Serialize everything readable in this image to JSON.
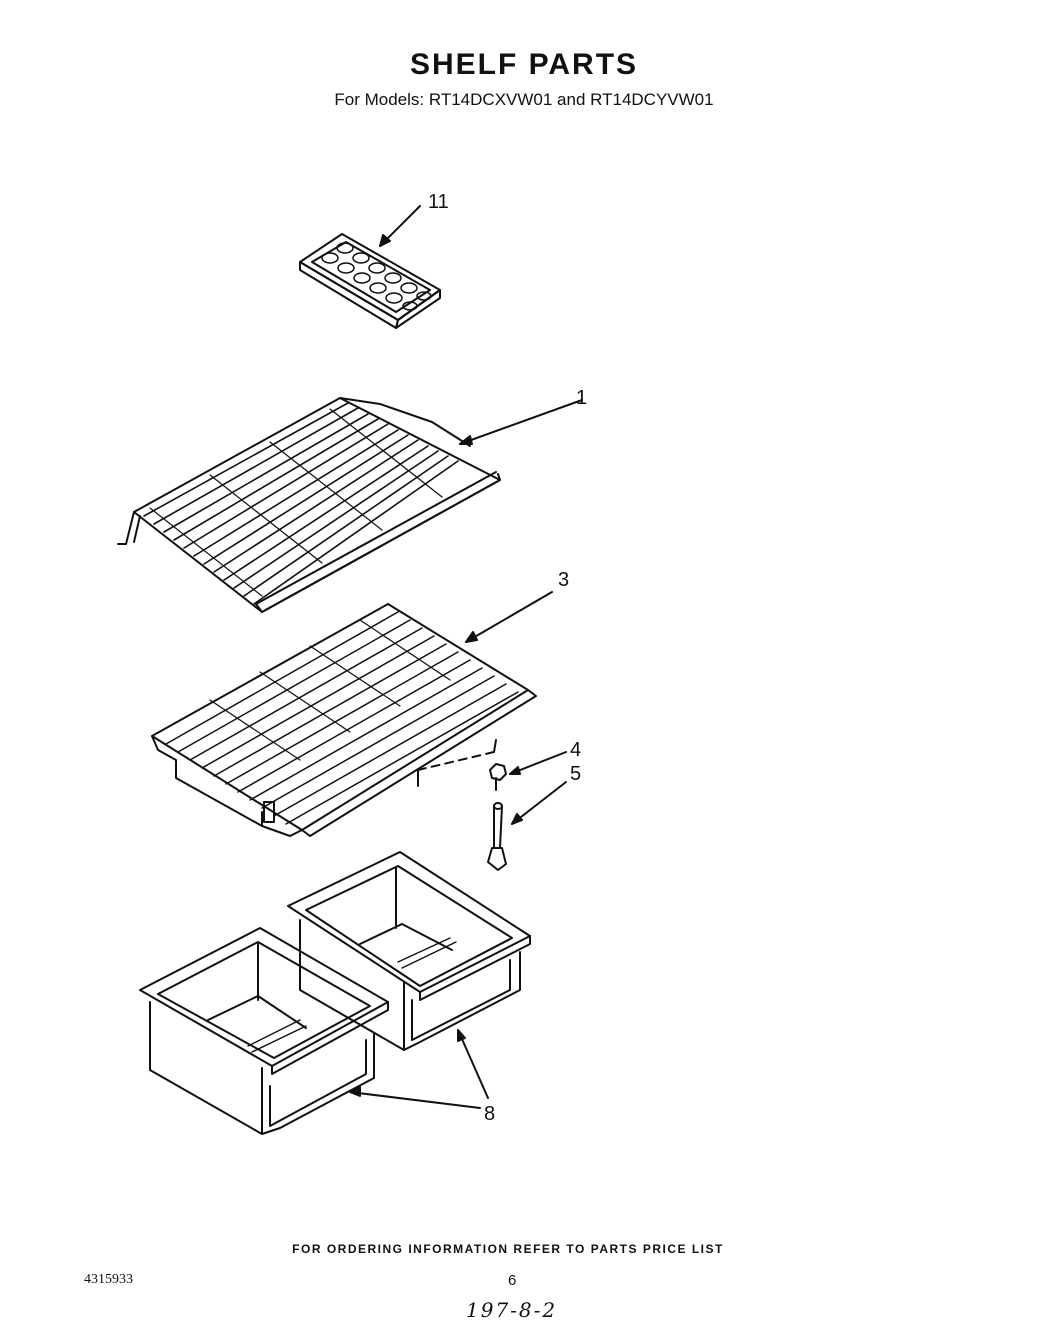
{
  "header": {
    "title": "SHELF PARTS",
    "subtitle": "For Models: RT14DCXVW01 and RT14DCYVW01"
  },
  "callouts": [
    {
      "id": "ice-tray",
      "number": "11"
    },
    {
      "id": "wire-shelf",
      "number": "1"
    },
    {
      "id": "crisper-cover",
      "number": "3"
    },
    {
      "id": "part-4",
      "number": "4"
    },
    {
      "id": "part-5",
      "number": "5"
    },
    {
      "id": "crisper-pans",
      "number": "8"
    }
  ],
  "footer": {
    "ordering_note": "FOR ORDERING INFORMATION REFER TO PARTS PRICE LIST",
    "document_number": "4315933",
    "page_number": "6",
    "handwritten_code": "197-8-2"
  }
}
